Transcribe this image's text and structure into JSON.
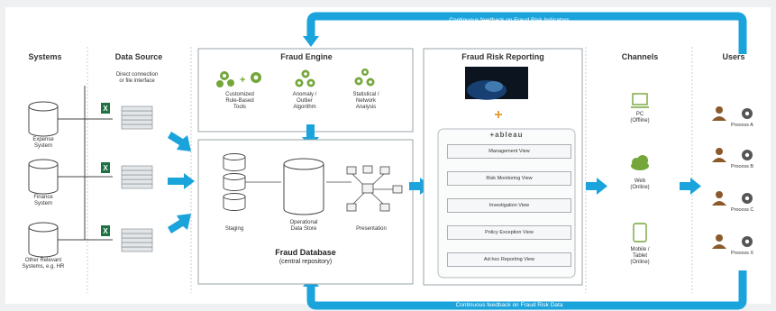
{
  "feedback": {
    "top": "Continuous feedback on Fraud Risk Indicators",
    "bottom": "Continuous feedback on Fraud Risk Data"
  },
  "columns": {
    "systems": "Systems",
    "data_source": "Data Source",
    "fraud_engine": "Fraud Engine",
    "reporting": "Fraud Risk Reporting",
    "channels": "Channels",
    "users": "Users"
  },
  "data_source_note": "Direct connection\nor file interface",
  "systems": [
    "Expense\nSystem",
    "Finance\nSystem",
    "Other Relevant\nSystems, e.g. HR"
  ],
  "engine_tools": [
    "Customized\nRule-Based\nTools",
    "Anomaly /\nOutlier\nAlgorithm",
    "Statistical /\nNetwork\nAnalysis"
  ],
  "database": {
    "staging": "Staging",
    "operational": "Operational\nData Store",
    "presentation": "Presentation",
    "title": "Fraud Database",
    "subtitle": "(central repository)"
  },
  "reporting": {
    "brand": "+ableau",
    "views": [
      "Management View",
      "Risk Monitoring View",
      "Investigation View",
      "Policy Exception View",
      "Ad-hoc Reporting View"
    ]
  },
  "channels": [
    "PC\n(Offline)",
    "Web\n(Online)",
    "Mobile /\nTablet\n(Online)"
  ],
  "users": [
    "Process A",
    "Process B",
    "Process C",
    "Process X"
  ],
  "colors": {
    "accent": "#1ba3dc",
    "excel": "#1f7244",
    "gear_green": "#74a63a",
    "user": "#8a5a2b",
    "gear": "#555555"
  }
}
